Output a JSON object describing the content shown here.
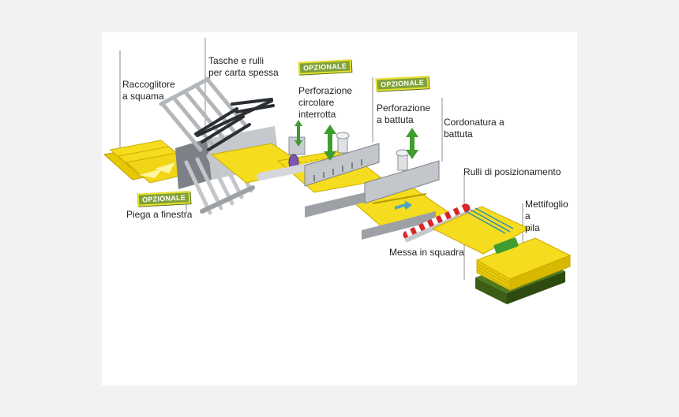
{
  "labels": {
    "raccoglitore": [
      "Raccoglitore",
      "a squama"
    ],
    "tasche": [
      "Tasche e rulli",
      "per carta spessa"
    ],
    "perforazione_circolare": [
      "Perforazione",
      "circolare",
      "interrotta"
    ],
    "perforazione_battuta": [
      "Perforazione",
      "a battuta"
    ],
    "cordonatura": [
      "Cordonatura a",
      "battuta"
    ],
    "rulli_posizionamento": "Rulli di posizionamento",
    "mettifoglio": [
      "Mettifoglio",
      "a",
      "pila"
    ],
    "messa_in_squadra": "Messa in squadra",
    "piega_finestra": "Piega a finestra"
  },
  "badges": {
    "opzionale_1": "OPZIONALE",
    "opzionale_2": "OPZIONALE",
    "opzionale_3": "OPZIONALE"
  },
  "colors": {
    "paper_yellow": "#f5dc1e",
    "paper_dark": "#d8b800",
    "metal": "#b9bdc1",
    "metal_dark": "#8a8f94",
    "arrow_green": "#3f9d2f",
    "badge_green": "#7fa23a",
    "stack_green": "#4f7a1e",
    "roller_red": "#d9262a"
  }
}
